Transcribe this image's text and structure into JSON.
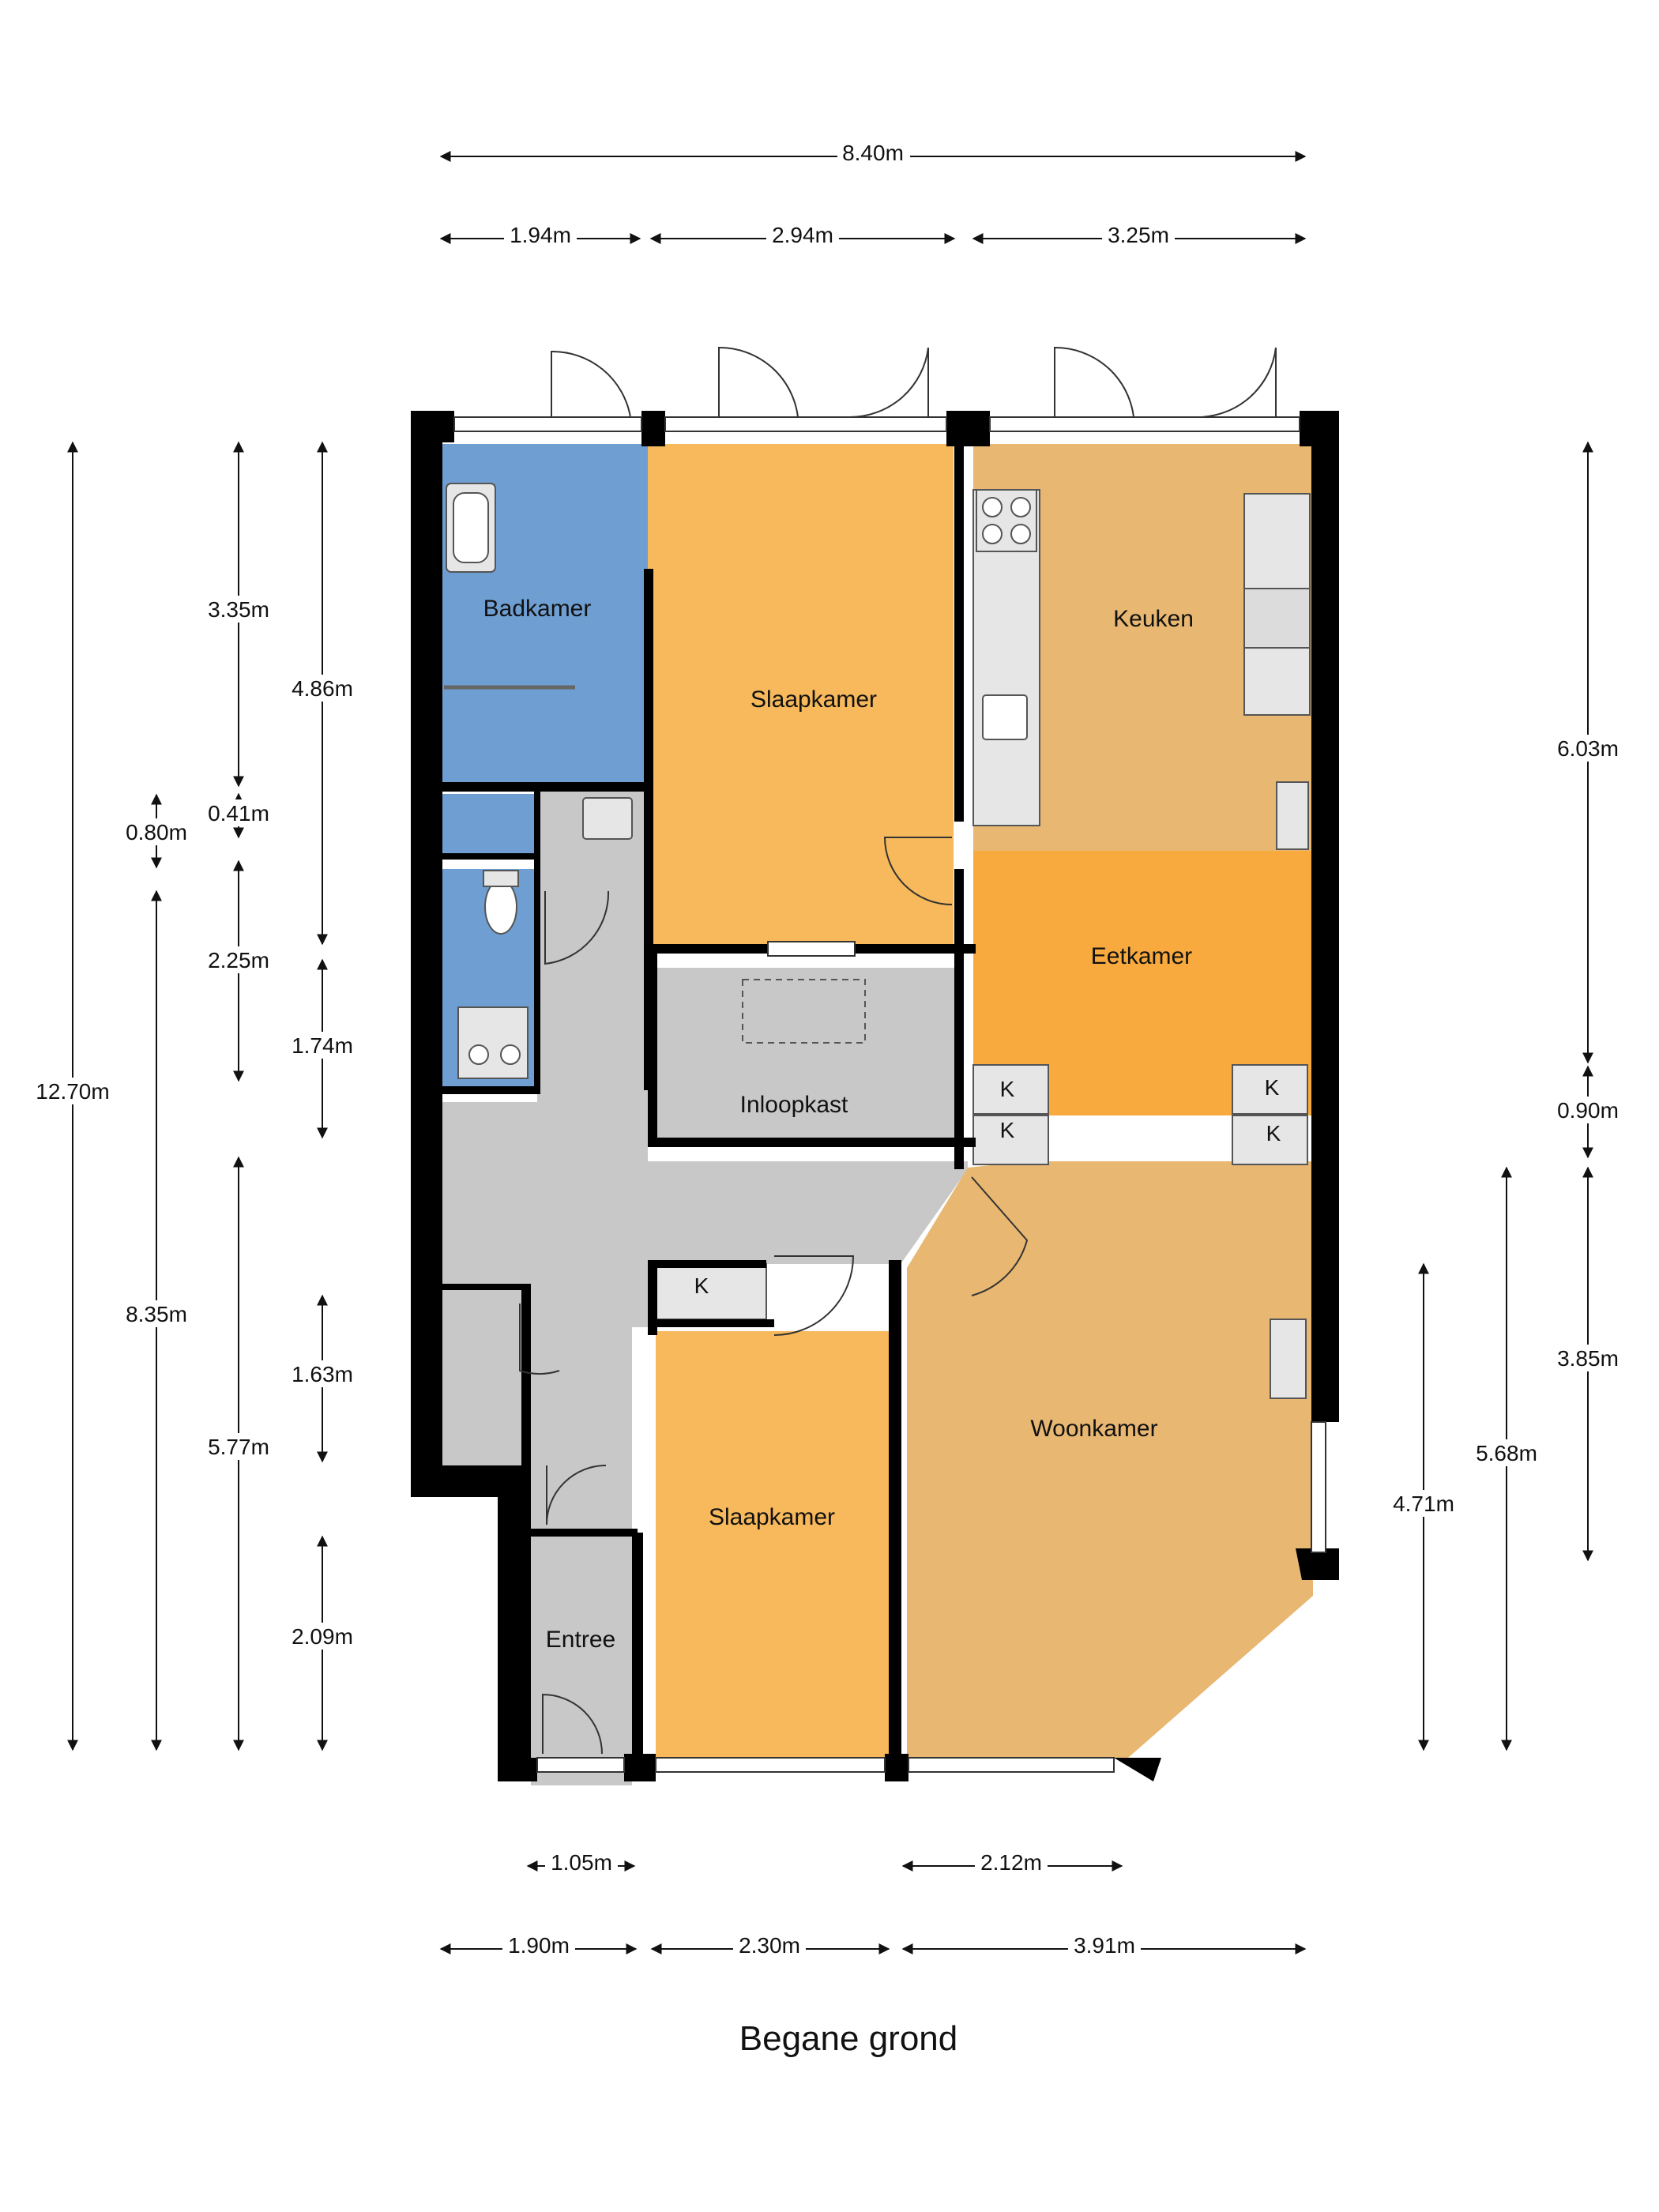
{
  "plan_title": "Begane grond",
  "rooms": {
    "badkamer": "Badkamer",
    "slaapkamer_1": "Slaapkamer",
    "keuken": "Keuken",
    "eetkamer": "Eetkamer",
    "inloopkast": "Inloopkast",
    "woonkamer": "Woonkamer",
    "slaapkamer_2": "Slaapkamer",
    "entree": "Entree"
  },
  "closet_marker": "K",
  "dimensions": {
    "top_total": "8.40m",
    "top_1": "1.94m",
    "top_2": "2.94m",
    "top_3": "3.25m",
    "left_total": "12.70m",
    "left_a1": "0.80m",
    "left_a2": "8.35m",
    "left_b1": "3.35m",
    "left_b2": "0.41m",
    "left_b3": "2.25m",
    "left_b4": "5.77m",
    "left_c1": "4.86m",
    "left_c2": "1.74m",
    "left_c3": "1.63m",
    "left_c4": "2.09m",
    "right_1": "6.03m",
    "right_2": "0.90m",
    "right_3": "3.85m",
    "right_4": "5.68m",
    "right_5": "4.71m",
    "bottom_1": "1.05m",
    "bottom_2": "2.12m",
    "bottom_3": "1.90m",
    "bottom_4": "2.30m",
    "bottom_5": "3.91m"
  },
  "colors": {
    "wall": "#000000",
    "bathroom": "#6f9fd2",
    "bedroom": "#f7b95b",
    "kitchen": "#e8b872",
    "dining": "#f9aa3e",
    "living": "#e8b872",
    "hallway": "#c8c8c8",
    "fixture": "#e6e6e6"
  }
}
